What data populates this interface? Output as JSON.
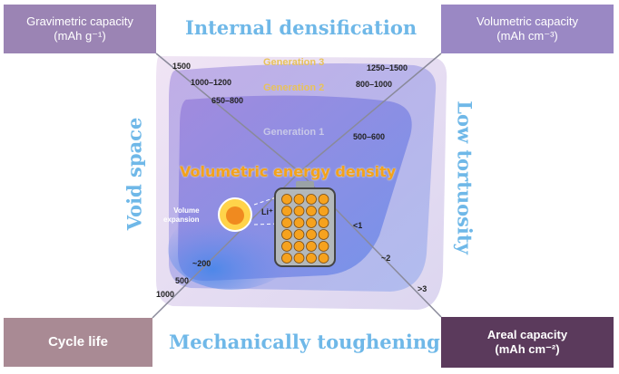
{
  "corners": {
    "top_left": {
      "line1": "Gravimetric capacity",
      "line2": "(mAh g⁻¹)"
    },
    "top_right": {
      "line1": "Volumetric capacity",
      "line2": "(mAh cm⁻³)"
    },
    "bottom_left": {
      "line1": "Cycle life"
    },
    "bottom_right": {
      "line1": "Areal capacity",
      "line2": "(mAh cm⁻²)"
    }
  },
  "sides": {
    "top": "Internal densification",
    "bottom": "Mechanically toughening",
    "left": "Void space",
    "right": "Low tortuosity"
  },
  "center_title": "Volumetric energy density",
  "generations": [
    "Generation 3",
    "Generation 2",
    "Generation 1"
  ],
  "axis_labels": {
    "gravimetric": [
      "1500",
      "1000–1200",
      "650–800"
    ],
    "volumetric": [
      "1250–1500",
      "800–1000",
      "500–600"
    ],
    "cycle_life": [
      "~200",
      "500",
      "1000"
    ],
    "areal": [
      "<1",
      "~2",
      ">3"
    ]
  },
  "inset": {
    "volume_expansion_line1": "Volume",
    "volume_expansion_line2": "expansion",
    "ion": "Li⁺"
  },
  "colors": {
    "side_text": "#6fb8e8",
    "generation_3": "#e8c25a",
    "generation_2": "#e8c25a",
    "generation_1": "#c8c8e8",
    "center_title": "#f3a21b"
  }
}
